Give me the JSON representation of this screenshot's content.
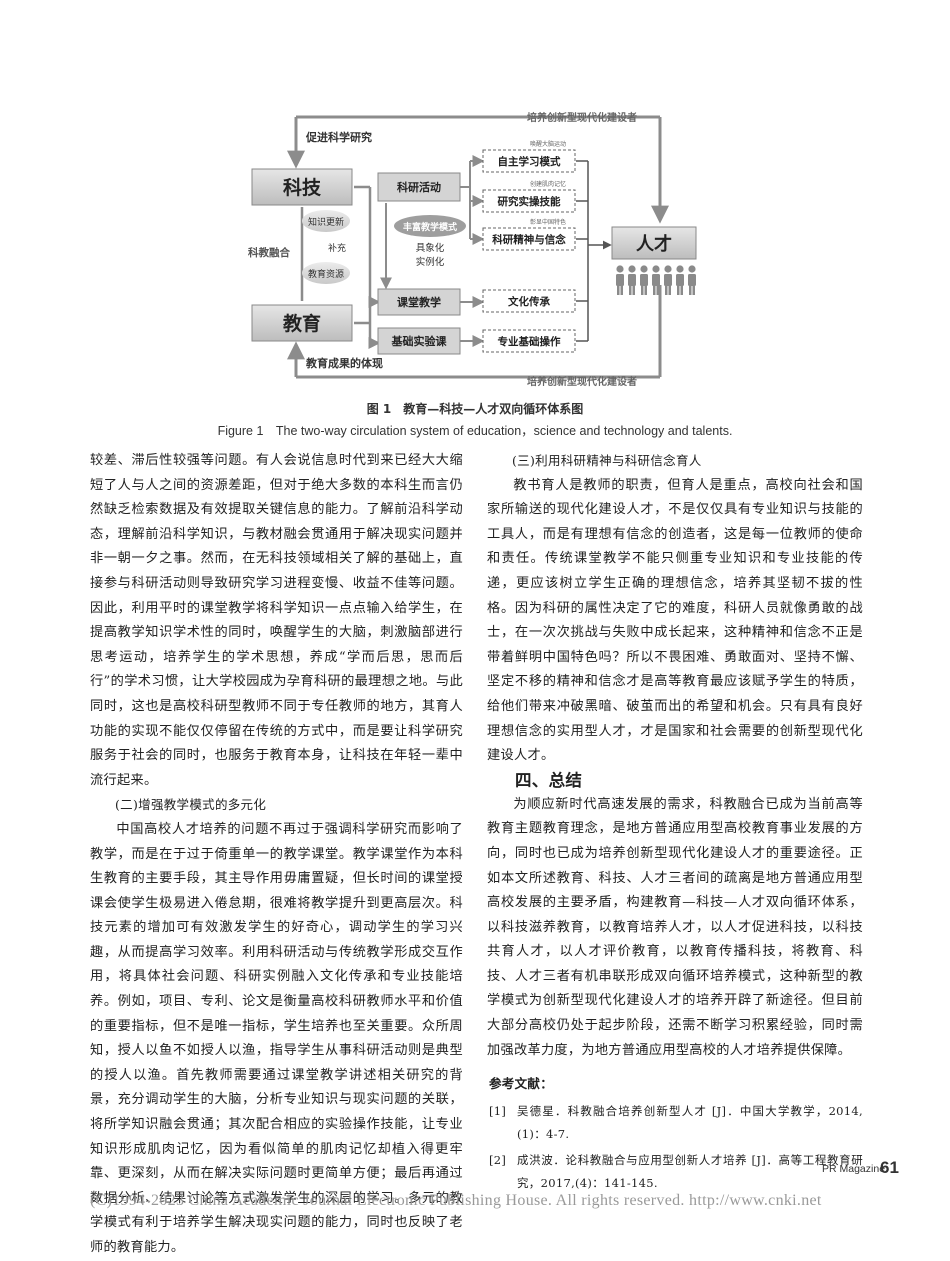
{
  "figure": {
    "top_label": "培养创新型现代化建设者",
    "bottom_label": "培养创新型现代化建设者",
    "promote_label": "促进科学研究",
    "tech": "科技",
    "edu": "教育",
    "talent": "人才",
    "fusion": "科教融合",
    "research": "科研活动",
    "classroom": "课堂教学",
    "lab": "基础实验课",
    "knowledge_update": "知识更新",
    "supplement": "补充",
    "edu_resource": "教育资源",
    "rich_mode": "丰富教学模式",
    "concrete": "具象化",
    "example": "实例化",
    "autonomous": "自主学习模式",
    "practice": "研究实操技能",
    "spirit": "科研精神与信念",
    "culture": "文化传承",
    "basic_op": "专业基础操作",
    "small_1": "唤醒大脑运动",
    "small_2": "创建肌肉记忆",
    "small_3": "彰显中国特色",
    "edu_result": "教育成果的体现"
  },
  "caption_cn": "图 1　教育—科技—人才双向循环体系图",
  "caption_en": "Figure 1　The two-way circulation system of education，science and technology and talents.",
  "left_column": {
    "p1": "较差、滞后性较强等问题。有人会说信息时代到来已经大大缩短了人与人之间的资源差距，但对于绝大多数的本科生而言仍然缺乏检索数据及有效提取关键信息的能力。了解前沿科学动态，理解前沿科学知识，与教材融会贯通用于解决现实问题并非一朝一夕之事。然而，在无科技领域相关了解的基础上，直接参与科研活动则导致研究学习进程变慢、收益不佳等问题。因此，利用平时的课堂教学将科学知识一点点输入给学生，在提高教学知识学术性的同时，唤醒学生的大脑，刺激脑部进行思考运动，培养学生的学术思想，养成“学而后思，思而后行”的学术习惯，让大学校园成为孕育科研的最理想之地。与此同时，这也是高校科研型教师不同于专任教师的地方，其育人功能的实现不能仅仅停留在传统的方式中，而是要让科学研究服务于社会的同时，也服务于教育本身，让科技在年轻一辈中流行起来。",
    "sub2": "(二)增强教学模式的多元化",
    "p2": "中国高校人才培养的问题不再过于强调科学研究而影响了教学，而是在于过于倚重单一的教学课堂。教学课堂作为本科生教育的主要手段，其主导作用毋庸置疑，但长时间的课堂授课会使学生极易进入倦怠期，很难将教学提升到更高层次。科技元素的增加可有效激发学生的好奇心，调动学生的学习兴趣，从而提高学习效率。利用科研活动与传统教学形成交互作用，将具体社会问题、科研实例融入文化传承和专业技能培养。例如，项目、专利、论文是衡量高校科研教师水平和价值的重要指标，但不是唯一指标，学生培养也至关重要。众所周知，授人以鱼不如授人以渔，指导学生从事科研活动则是典型的授人以渔。首先教师需要通过课堂教学讲述相关研究的背景，充分调动学生的大脑，分析专业知识与现实问题的关联，将所学知识融会贯通；其次配合相应的实验操作技能，让专业知识形成肌肉记忆，因为看似简单的肌肉记忆却植入得更牢靠、更深刻，从而在解决实际问题时更简单方便；最后再通过数据分析、结果讨论等方式激发学生的深层的学习。多元的教学模式有利于培养学生解决现实问题的能力，同时也反映了老师的教育能力。"
  },
  "right_column": {
    "sub3": "(三)利用科研精神与科研信念育人",
    "p3": "教书育人是教师的职责，但育人是重点，高校向社会和国家所输送的现代化建设人才，不是仅仅具有专业知识与技能的工具人，而是有理想有信念的创造者，这是每一位教师的使命和责任。传统课堂教学不能只侧重专业知识和专业技能的传递，更应该树立学生正确的理想信念，培养其坚韧不拔的性格。因为科研的属性决定了它的难度，科研人员就像勇敢的战士，在一次次挑战与失败中成长起来，这种精神和信念不正是带着鲜明中国特色吗？所以不畏困难、勇敢面对、坚持不懈、坚定不移的精神和信念才是高等教育最应该赋予学生的特质，给他们带来冲破黑暗、破茧而出的希望和机会。只有具有良好理想信念的实用型人才，才是国家和社会需要的创新型现代化建设人才。",
    "h4": "四、总结",
    "p4": "为顺应新时代高速发展的需求，科教融合已成为当前高等教育主题教育理念，是地方普通应用型高校教育事业发展的方向，同时也已成为培养创新型现代化建设人才的重要途径。正如本文所述教育、科技、人才三者间的疏离是地方普通应用型高校发展的主要矛盾，构建教育—科技—人才双向循环体系，以科技滋养教育，以教育培养人才，以人才促进科技，以科技共育人才，以人才评价教育，以教育传播科技，将教育、科技、人才三者有机串联形成双向循环培养模式，这种新型的教学模式为创新型现代化建设人才的培养开辟了新途径。但目前大部分高校仍处于起步阶段，还需不断学习积累经验，同时需加强改革力度，为地方普通应用型高校的人才培养提供保障。",
    "refs_title": "参考文献：",
    "refs": [
      {
        "num": "[1]",
        "text": "吴德星．科教融合培养创新型人才 [J]．中国大学教学，2014,(1)：4-7."
      },
      {
        "num": "[2]",
        "text": "成洪波．论科教融合与应用型创新人才培养 [J]．高等工程教育研究，2017,(4)：141-145."
      }
    ]
  },
  "footer": {
    "magazine": "PR Magazine",
    "page": "61",
    "copyright": "(C)1994-2023 China Academic Journal Electronic Publishing House. All rights reserved.    http://www.cnki.net"
  }
}
